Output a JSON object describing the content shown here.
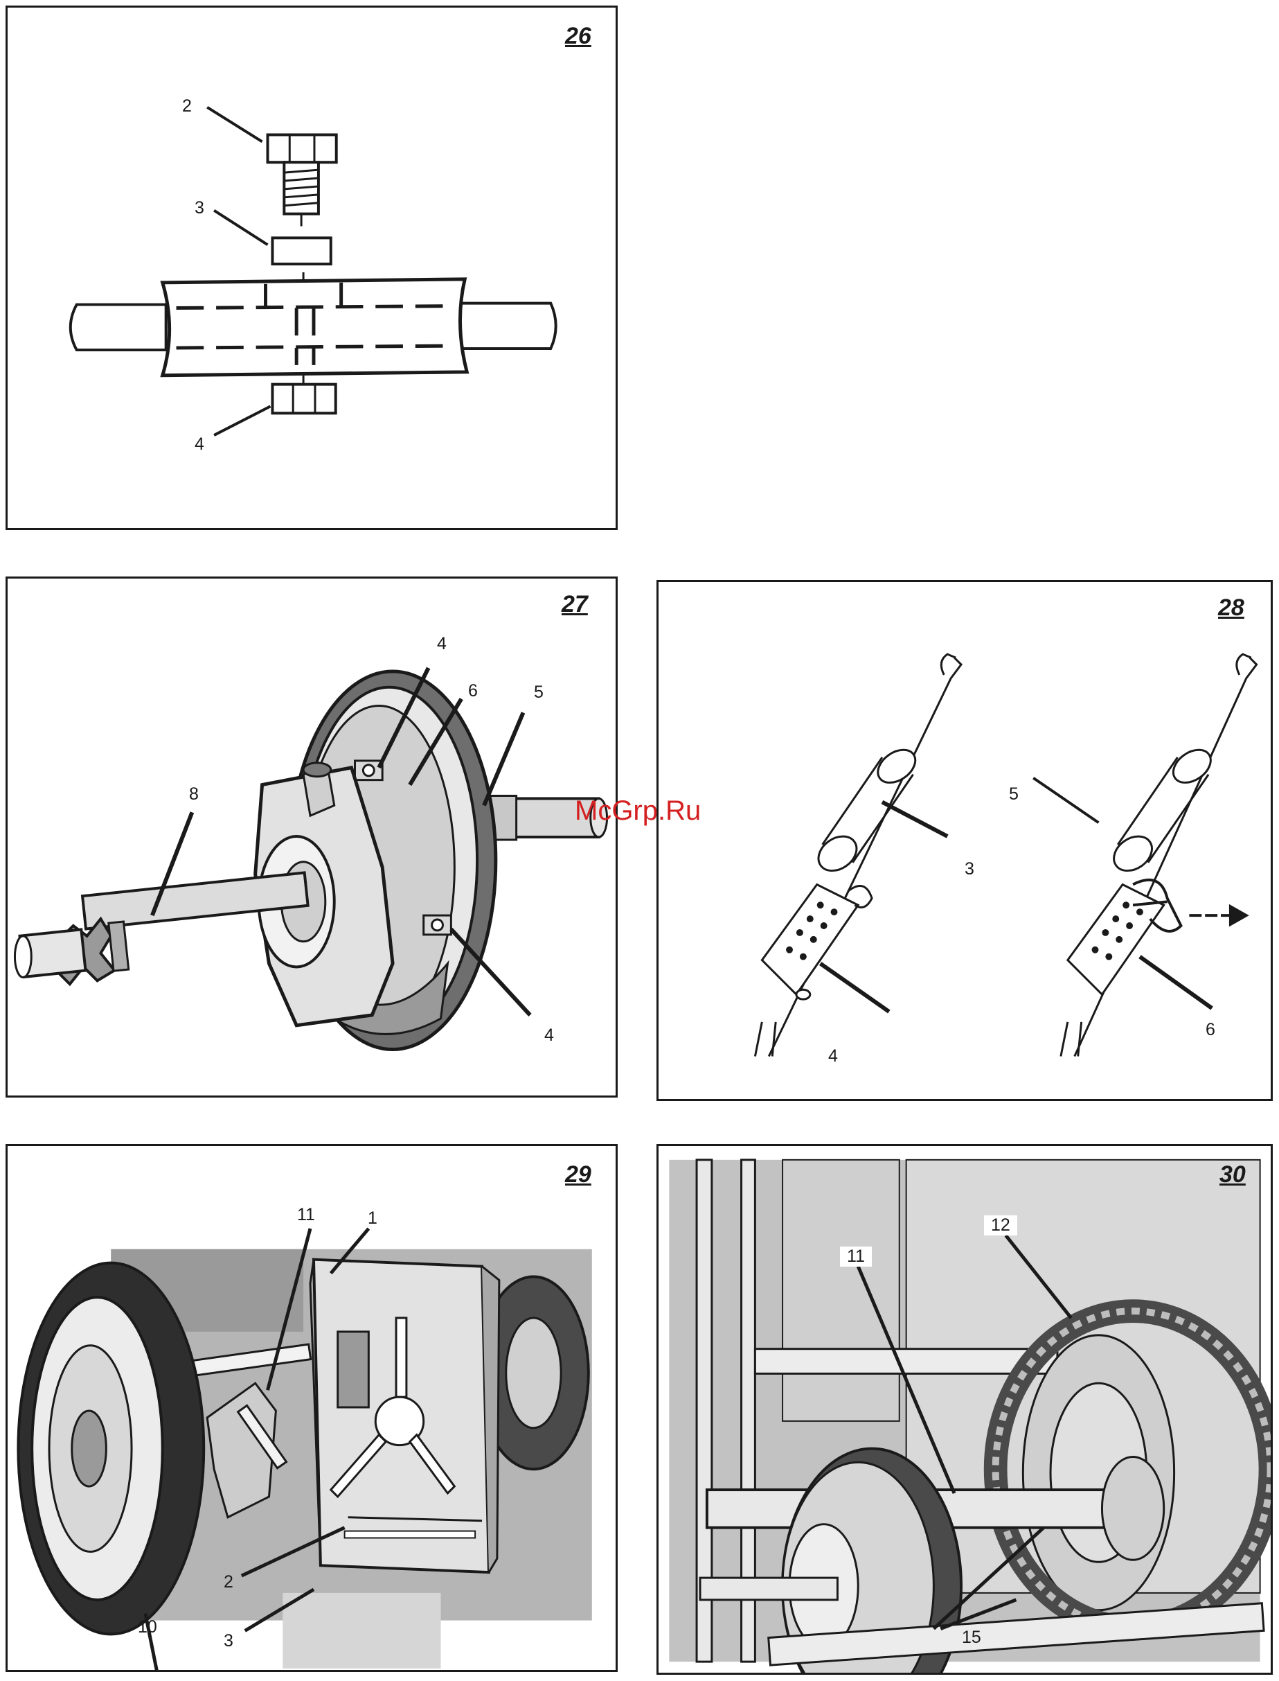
{
  "watermark": "McGrp.Ru",
  "figures": {
    "f26": {
      "number": "26",
      "labels": [
        "2",
        "3",
        "4"
      ]
    },
    "f27": {
      "number": "27",
      "labels": [
        "4",
        "6",
        "5",
        "8",
        "4"
      ]
    },
    "f28": {
      "number": "28",
      "labels": [
        "3",
        "4",
        "5",
        "6"
      ]
    },
    "f29": {
      "number": "29",
      "labels": [
        "11",
        "1",
        "2",
        "3",
        "10"
      ]
    },
    "f30": {
      "number": "30",
      "labels": [
        "12",
        "11",
        "15"
      ]
    }
  },
  "colors": {
    "line": "#1a1a1a",
    "fill_light": "#d9d9d9",
    "fill_mid": "#b5b5b5",
    "fill_dark": "#7a7a7a",
    "watermark": "#d42020"
  }
}
